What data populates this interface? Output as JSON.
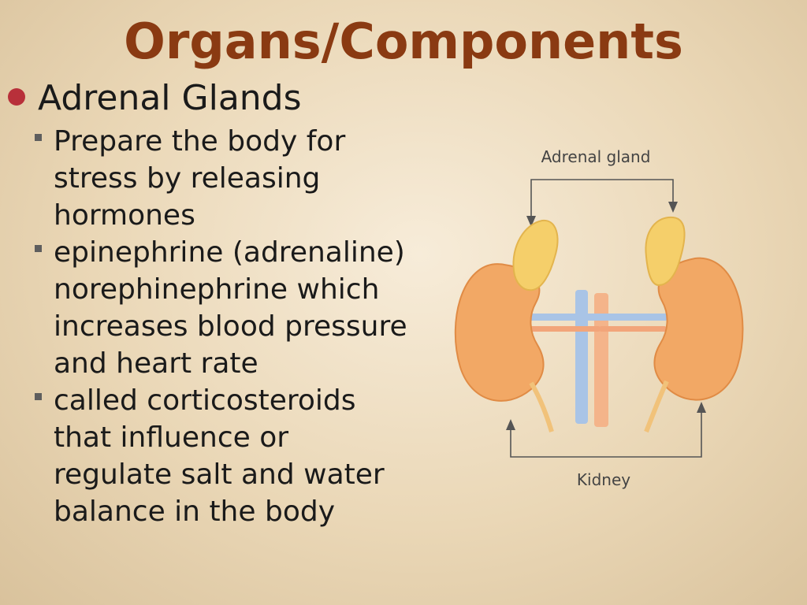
{
  "title": "Organs/Components",
  "main_bullet": "Adrenal Glands",
  "sub_bullets": [
    "Prepare the body for stress by releasing hormones",
    "epinephrine (adrenaline) norephinephrine which increases blood pressure and heart rate",
    "called corticosteroids that influence or regulate salt and water balance in the body"
  ],
  "figure": {
    "label_top": "Adrenal gland",
    "label_bottom": "Kidney"
  },
  "colors": {
    "title": "#8a3a12",
    "bullet_dot": "#b8303a",
    "kidney": "#f2a865",
    "adrenal": "#f5cf6a",
    "vessel": "#a9c4e6"
  }
}
